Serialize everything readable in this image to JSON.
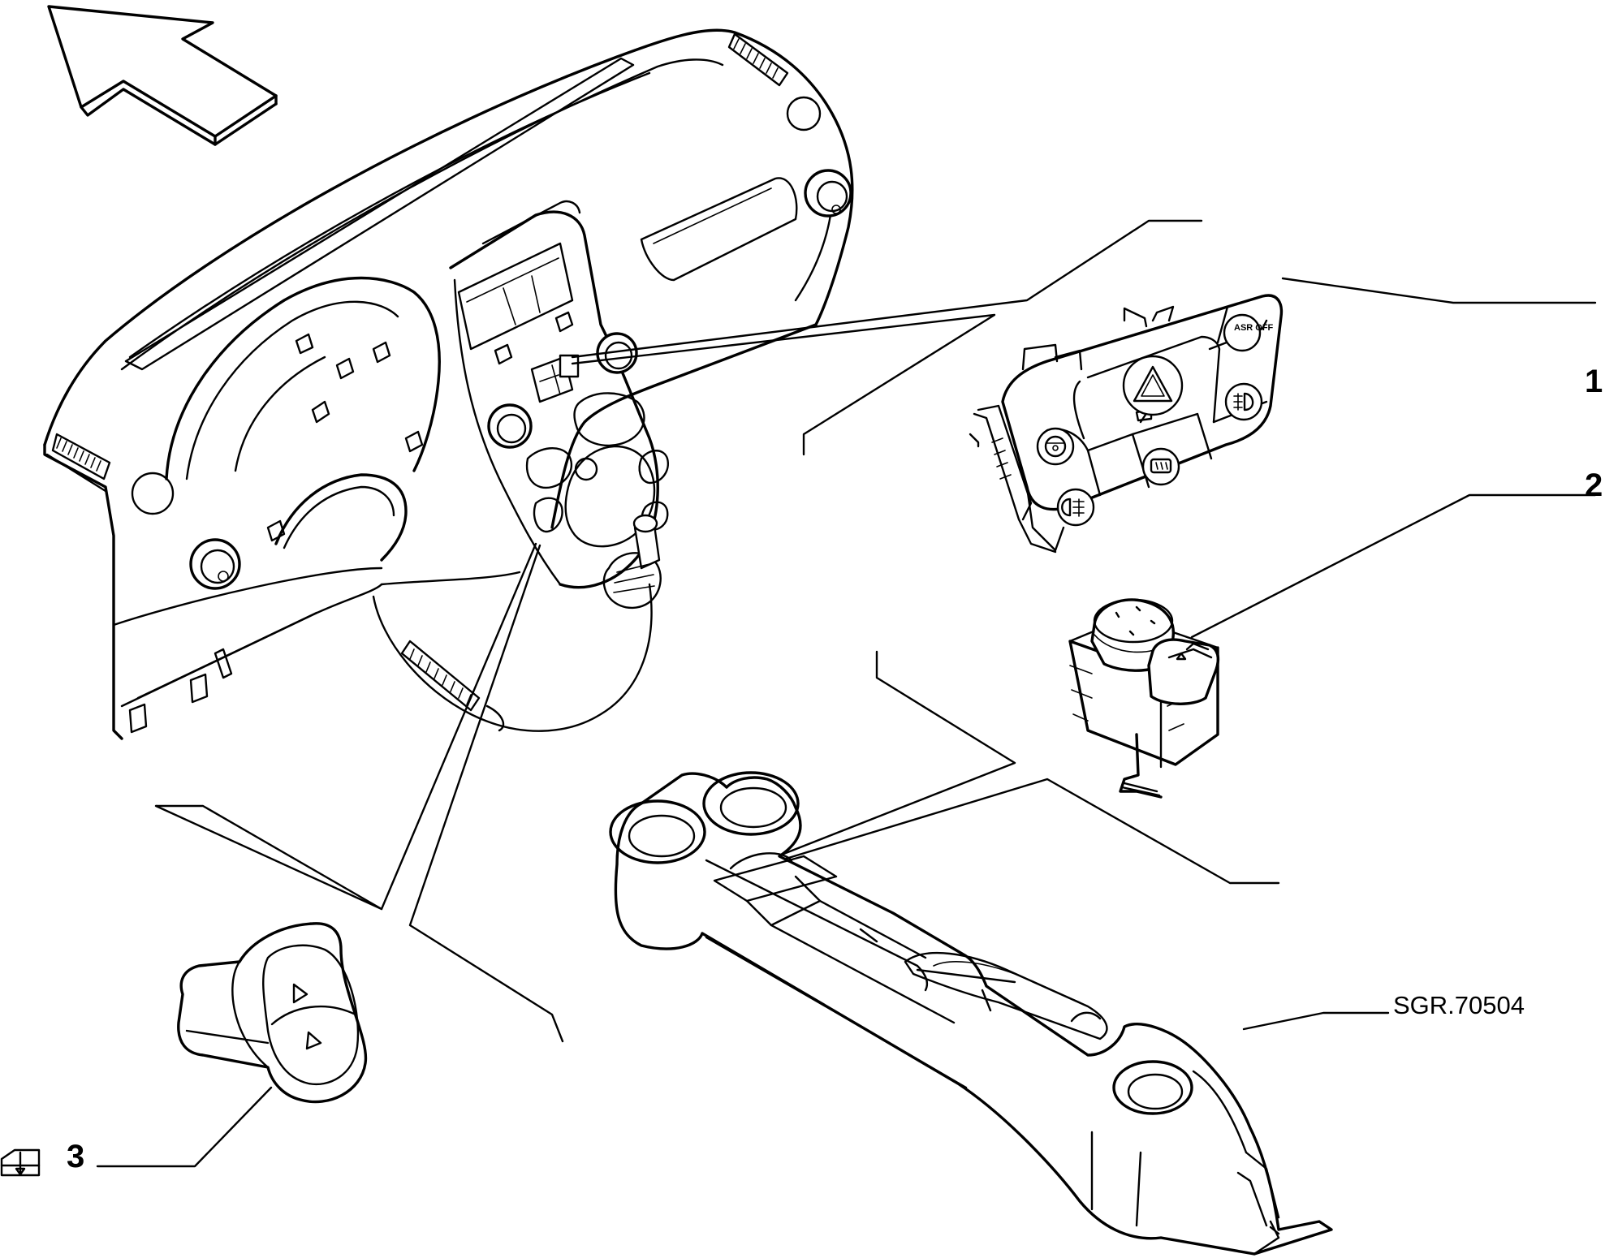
{
  "diagram": {
    "drawing_code": "SGR.70504",
    "callouts": [
      {
        "id": "1",
        "label": "1"
      },
      {
        "id": "2",
        "label": "2"
      },
      {
        "id": "3",
        "label": "3"
      }
    ],
    "switch_panel_buttons": [
      {
        "icon": "asr-off-icon",
        "text": "ASR OFF"
      },
      {
        "icon": "hazard-warning-icon",
        "text": ""
      },
      {
        "icon": "fog-light-rear-icon",
        "text": ""
      },
      {
        "icon": "steering-wheel-icon",
        "text": ""
      },
      {
        "icon": "rear-defrost-icon",
        "text": ""
      },
      {
        "icon": "fog-light-front-icon",
        "text": ""
      }
    ],
    "note_icon": "window-regulator-symbol-icon"
  }
}
